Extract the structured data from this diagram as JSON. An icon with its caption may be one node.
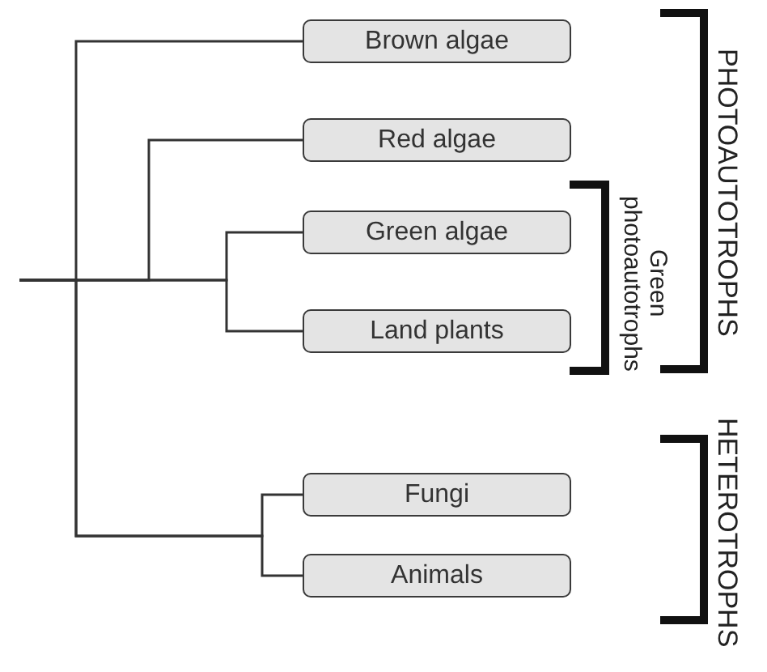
{
  "diagram": {
    "nodes": [
      {
        "text": [
          "Brown algae"
        ]
      },
      {
        "text": [
          "Red algae"
        ]
      },
      {
        "text": [
          "Green algae"
        ]
      },
      {
        "text": [
          "Land plants"
        ]
      },
      {
        "text": [
          "Fungi"
        ]
      },
      {
        "text": [
          "Animals"
        ]
      }
    ],
    "edges": [
      {
        "from": null,
        "to": 0,
        "arrow": "none"
      },
      {
        "from": null,
        "to": 1,
        "arrow": "none"
      },
      {
        "from": null,
        "to": 2,
        "arrow": "none"
      },
      {
        "from": null,
        "to": 3,
        "arrow": "none"
      },
      {
        "from": null,
        "to": 4,
        "arrow": "none"
      },
      {
        "from": null,
        "to": 5,
        "arrow": "none"
      }
    ],
    "labels": [
      "PHOTOAUTOTROPHS",
      "Green photoautotrophs",
      "HETEROTROPHS"
    ]
  }
}
